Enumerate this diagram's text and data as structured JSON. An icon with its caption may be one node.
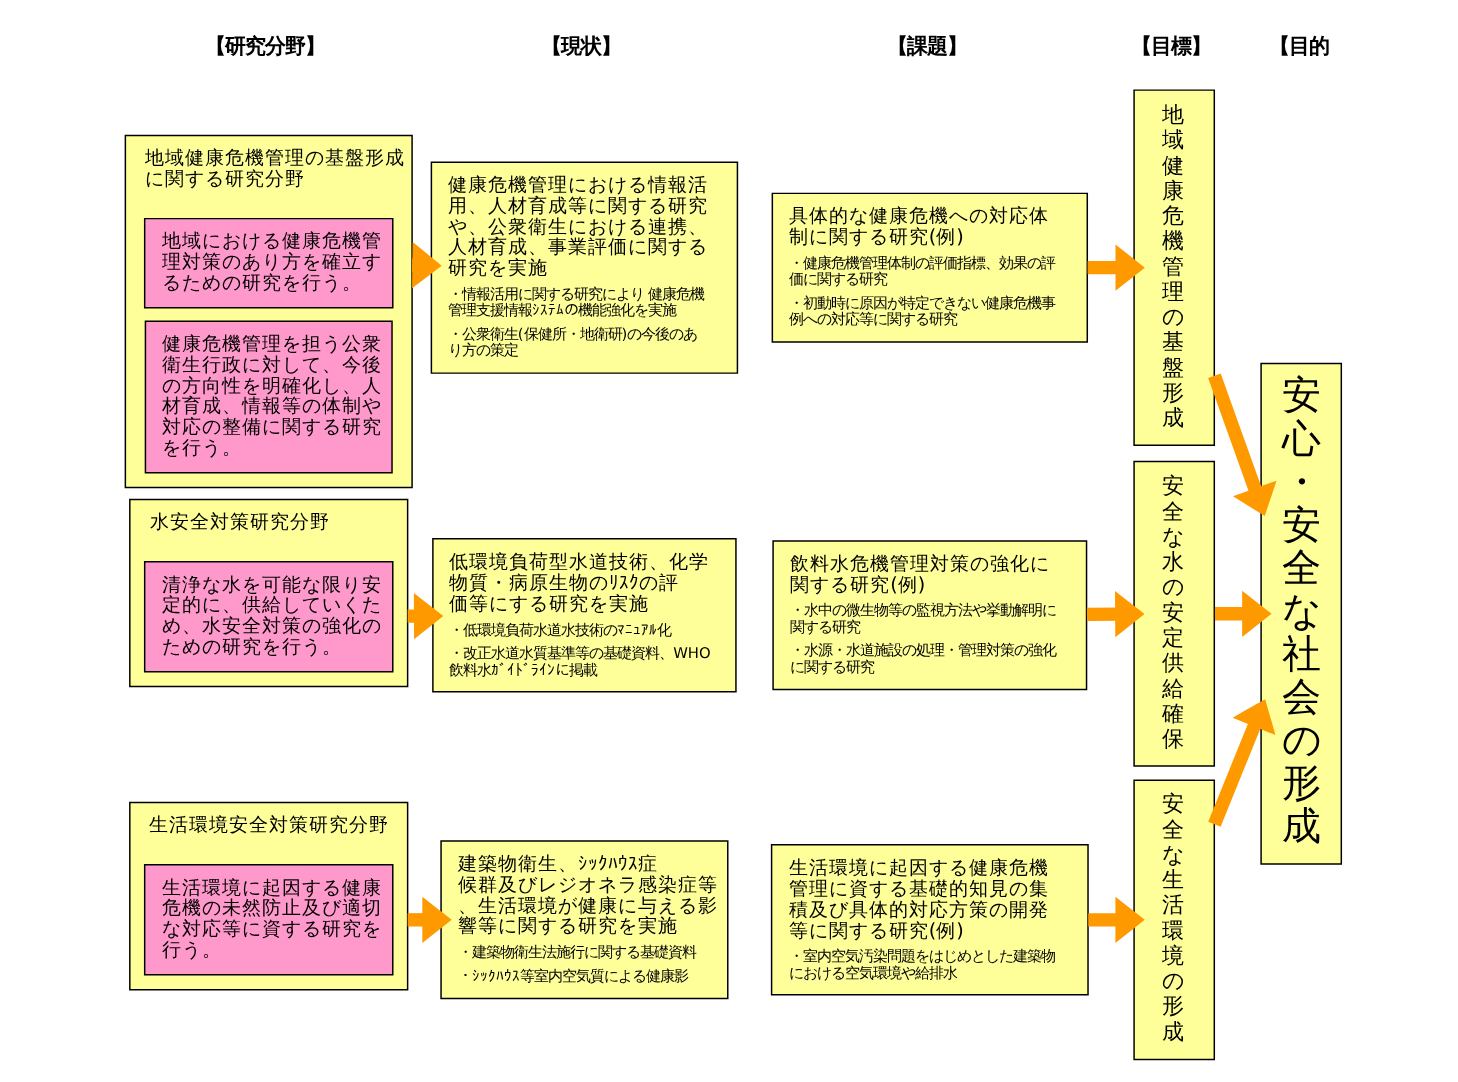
{
  "diagram": {
    "nodes": [
      {
        "text": [
          "地域健康危機管理の基盤形成に関する研究分野"
        ]
      },
      {
        "text": [
          "地域における健康危機管理対策のあり方を確立するための研究を行う。"
        ],
        "in": 0
      },
      {
        "text": [
          "健康危機管理を担う公衆衛生行政に対して、今後の方向性を明確化し、人材育成、情報等の体制や対応の整備に関する研究を行う。"
        ],
        "in": 0
      },
      {
        "text": [
          "健康危機管理における情報活用、人材育成等に関する研究や、公衆衛生における連携、人材育成、事業評価に関する研究を実施",
          "・情報活用に関する研究により 健康危機管理支援情報ｼｽﾃﾑの機能強化を実施",
          "・公衆衛生(保健所・地衛研)の今後のあり方の策定"
        ]
      },
      {
        "text": [
          "具体的な健康危機への対応体制に関する研究(例)",
          "・健康危機管理体制の評価指標、効果の評価に関する研究",
          "・初動時に原因が特定できない健康危機事例への対応等に関する研究"
        ]
      },
      {
        "text": [
          "地域健康危機管理の基盤形成"
        ]
      },
      {
        "text": [
          "水安全対策研究分野"
        ]
      },
      {
        "text": [
          "清浄な水を可能な限り安定的に、供給していくため、水安全対策の強化のための研究を行う。"
        ],
        "in": 6
      },
      {
        "text": [
          "低環境負荷型水道技術、化学物質・病原生物のﾘｽｸの評価等にする研究を実施",
          "・低環境負荷水道水技術のﾏﾆｭｱﾙ化",
          "・改正水道水質基準等の基礎資料、WHO飲料水ｶﾞｲﾄﾞﾗｲﾝに掲載"
        ]
      },
      {
        "text": [
          "飲料水危機管理対策の強化に関する研究(例)",
          "・水中の微生物等の監視方法や挙動解明に関する研究",
          "・水源・水道施設の処理・管理対策の強化に関する研究"
        ]
      },
      {
        "text": [
          "安全な水の安定供給確保"
        ]
      },
      {
        "text": [
          "生活環境安全対策研究分野"
        ]
      },
      {
        "text": [
          "生活環境に起因する健康危機の未然防止及び適切な対応等に資する研究を行う。"
        ],
        "in": 11
      },
      {
        "text": [
          "建築物衛生、ｼｯｸﾊｳｽ症候群及びレジオネラ感染症等、生活環境が健康に与える影響等に関する研究を実施",
          "・建築物衛生法施行に関する基礎資料",
          "・ｼｯｸﾊｳｽ等室内空気質による健康影"
        ]
      },
      {
        "text": [
          "生活環境に起因する健康危機管理に資する基礎的知見の集積及び具体的対応方策の開発等に関する研究(例)",
          "・室内空気汚染問題をはじめとした建築物における空気環境や給排水"
        ]
      },
      {
        "text": [
          "安全な生活環境の形成"
        ]
      },
      {
        "text": [
          "安心・安全な社会の形成"
        ]
      }
    ],
    "edges": [
      {
        "from": 0,
        "to": 3,
        "arrow": "to"
      },
      {
        "from": 4,
        "to": 5,
        "arrow": "to"
      },
      {
        "from": 5,
        "to": 16,
        "arrow": "to"
      },
      {
        "from": 6,
        "to": 8,
        "arrow": "to"
      },
      {
        "from": 9,
        "to": 10,
        "arrow": "to"
      },
      {
        "from": 10,
        "to": 16,
        "arrow": "to"
      },
      {
        "from": 11,
        "to": 13,
        "arrow": "to"
      },
      {
        "from": 14,
        "to": 15,
        "arrow": "to"
      },
      {
        "from": 15,
        "to": 16,
        "arrow": "to"
      }
    ],
    "labels": [
      "【研究分野】",
      "【現状】",
      "【課題】",
      "【目標】",
      "【目的"
    ]
  }
}
